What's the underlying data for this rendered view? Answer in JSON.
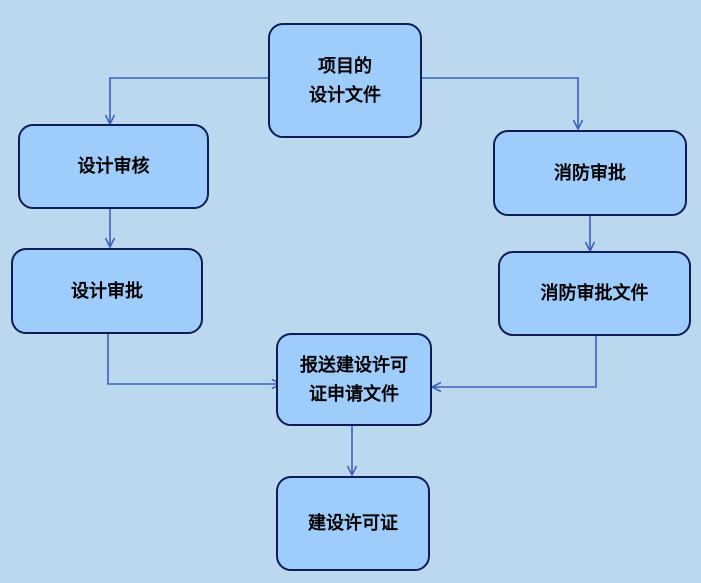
{
  "diagram": {
    "colors": {
      "background": "#bcd8ee",
      "node_fill": "#9fcdfb",
      "node_border": "#0f1d54",
      "connector": "#3b63b8"
    },
    "nodes": {
      "project_design_docs": {
        "line1": "项目的",
        "line2": "设计文件"
      },
      "design_review": {
        "label": "设计审核"
      },
      "fire_approval": {
        "label": "消防审批"
      },
      "design_approval": {
        "label": "设计审批"
      },
      "fire_approval_docs": {
        "label": "消防审批文件"
      },
      "submit_permit_application": {
        "line1": "报送建设许可",
        "line2": "证申请文件"
      },
      "construction_permit": {
        "label": "建设许可证"
      }
    },
    "edges": [
      {
        "from": "项目的设计文件",
        "to": "设计审核"
      },
      {
        "from": "项目的设计文件",
        "to": "消防审批"
      },
      {
        "from": "设计审核",
        "to": "设计审批"
      },
      {
        "from": "消防审批",
        "to": "消防审批文件"
      },
      {
        "from": "设计审批",
        "to": "报送建设许可证申请文件"
      },
      {
        "from": "消防审批文件",
        "to": "报送建设许可证申请文件"
      },
      {
        "from": "报送建设许可证申请文件",
        "to": "建设许可证"
      }
    ]
  }
}
